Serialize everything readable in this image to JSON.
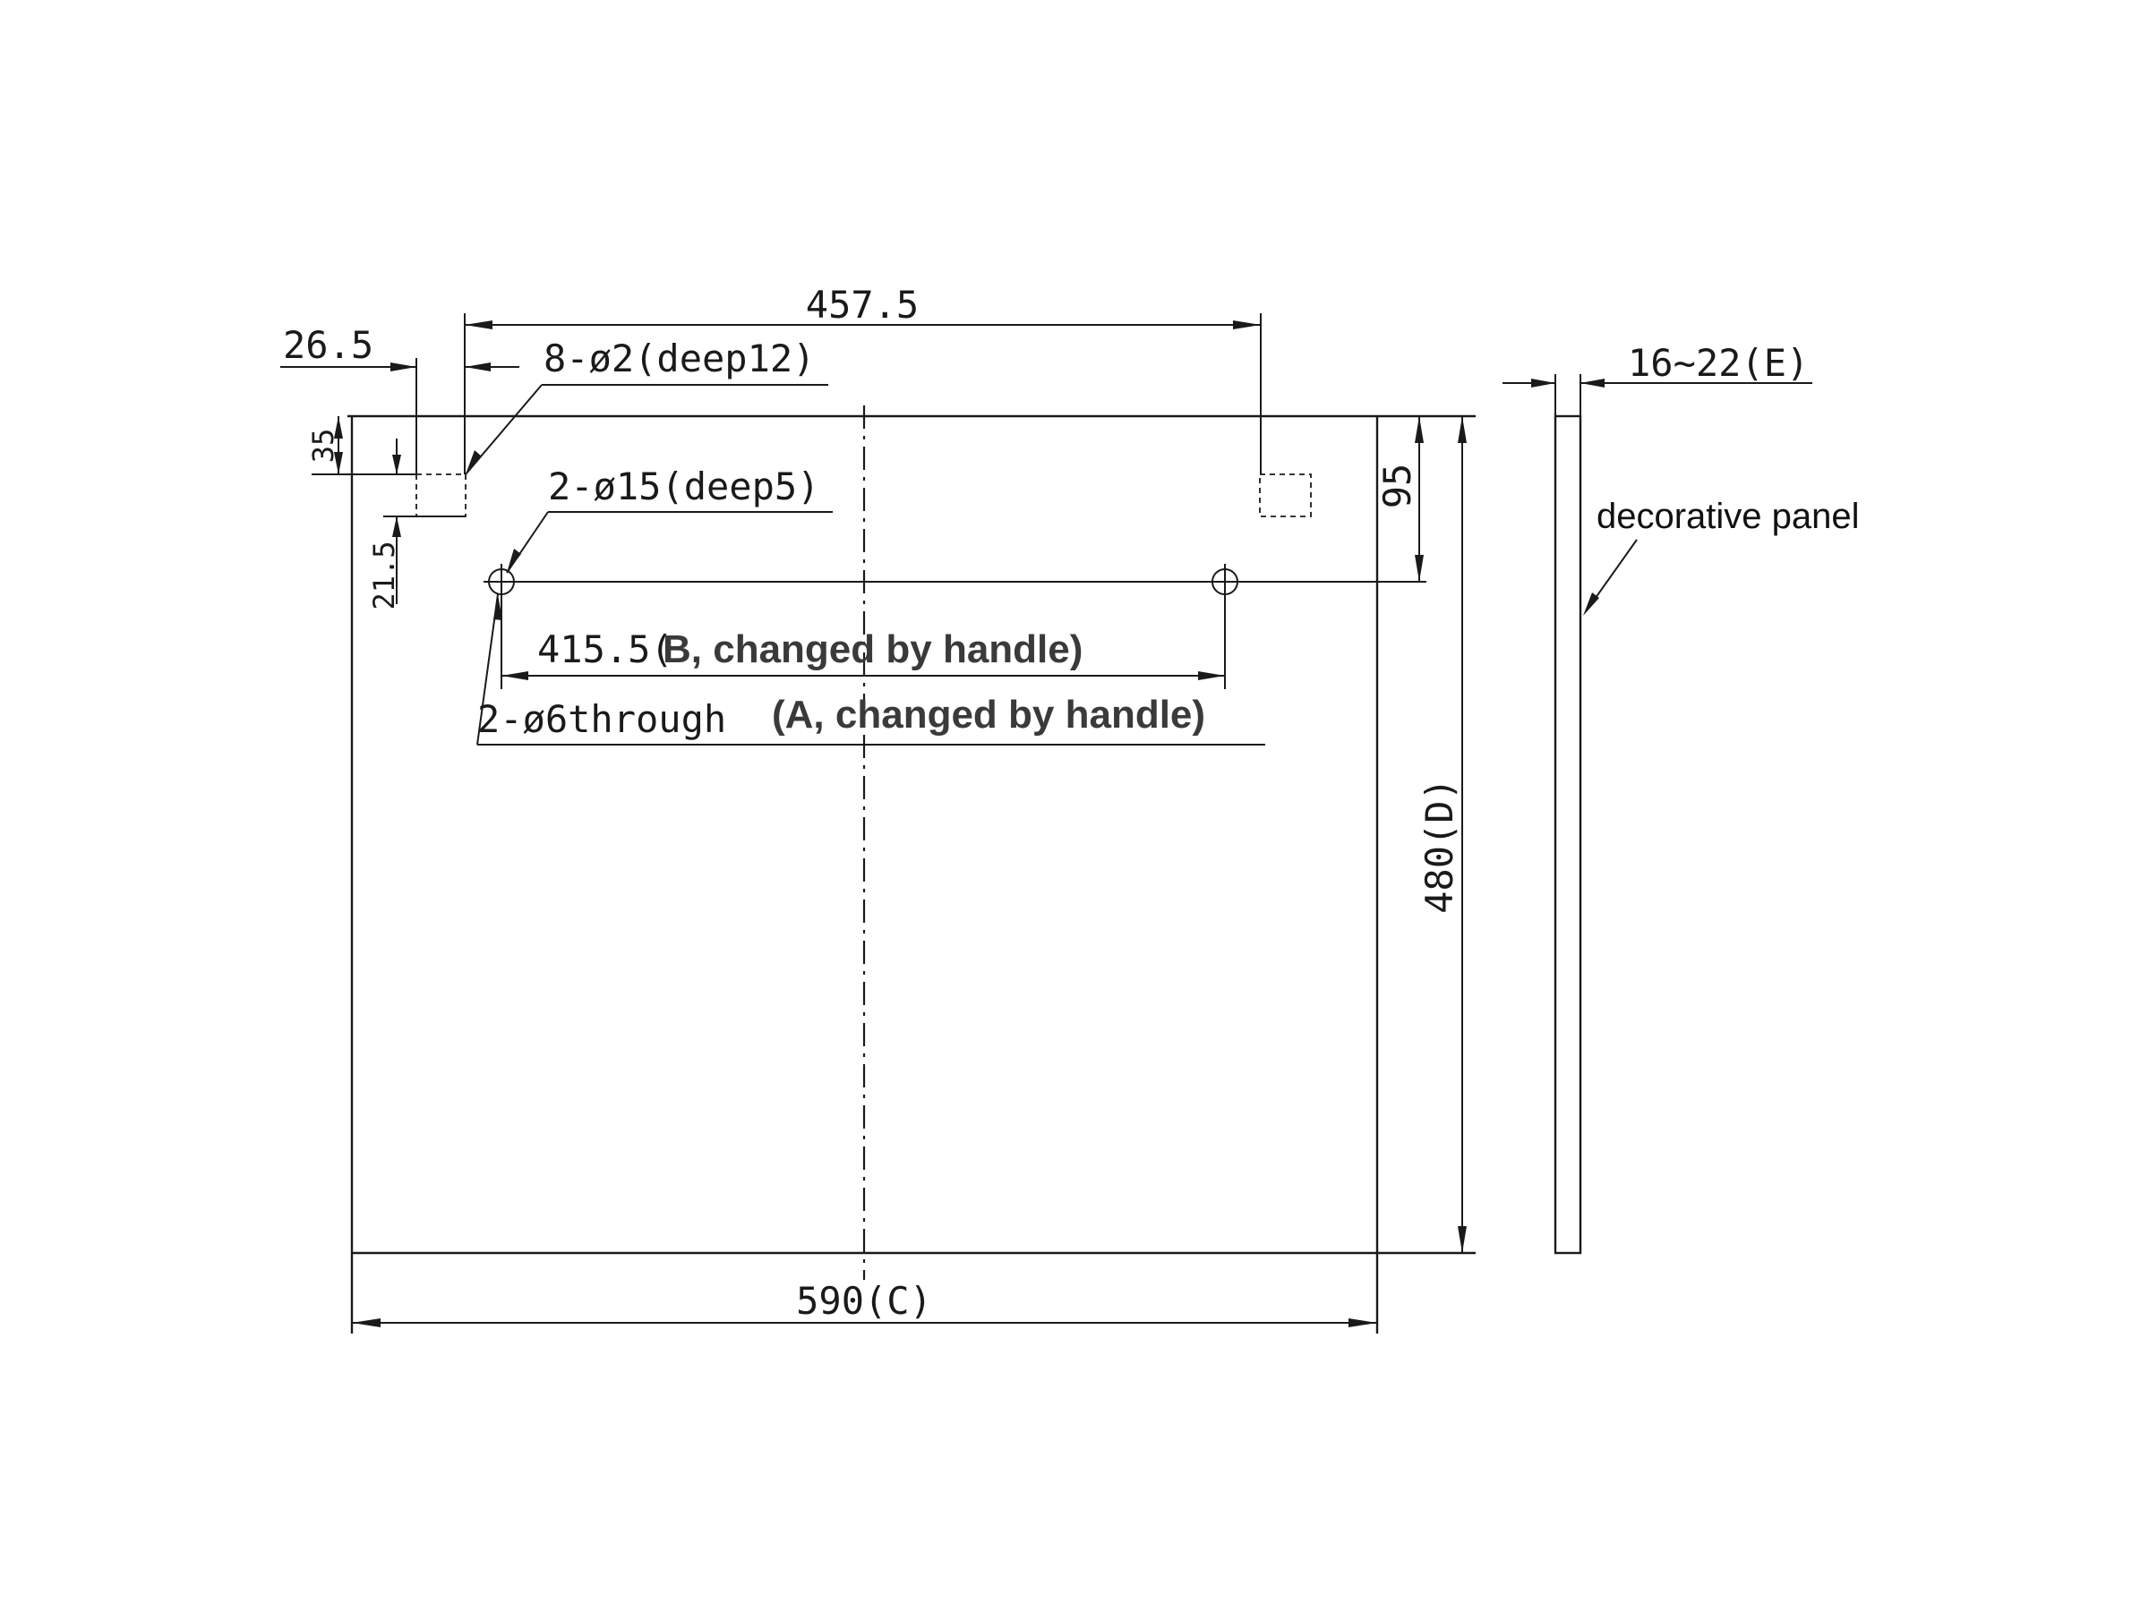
{
  "front_view": {
    "dim_width_top": "457.5",
    "dim_left_offset": "26.5",
    "dim_top_offset": "35",
    "dim_small_vertical": "21.5",
    "callout_small_holes": "8-ø2(deep12)",
    "callout_medium_holes": "2-ø15(deep5)",
    "dim_hole_spacing_value": "415.5(",
    "dim_hole_spacing_note": "B, changed by handle)",
    "callout_through_holes": "2-ø6through",
    "callout_through_note": "(A, changed by handle)",
    "dim_right_offset": "95",
    "dim_height": "480(D)",
    "dim_bottom_width": "590(C)"
  },
  "side_view": {
    "dim_thickness": "16~22(E)",
    "label": "decorative panel"
  }
}
